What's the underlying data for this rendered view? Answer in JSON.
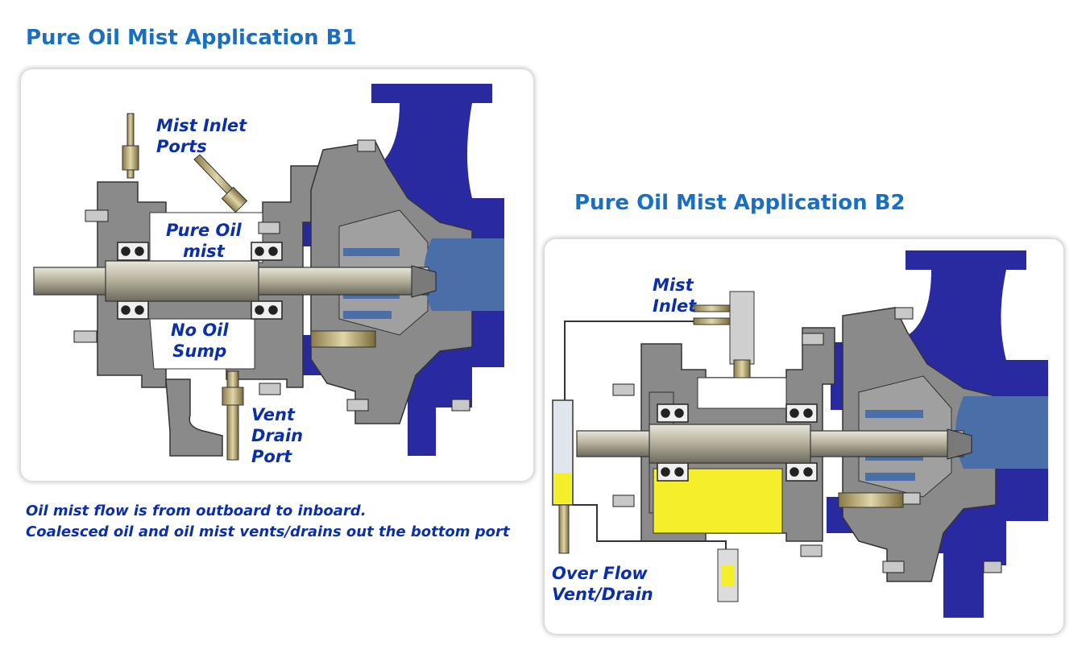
{
  "titles": {
    "b1": "Pure Oil Mist Application B1",
    "b2": "Pure Oil Mist Application B2"
  },
  "b1_labels": {
    "mist_inlet_ports": "Mist Inlet\nPorts",
    "pure_oil_mist": "Pure Oil\nmist",
    "no_oil_sump": "No Oil\nSump",
    "vent_drain_port": "Vent\nDrain\nPort"
  },
  "b2_labels": {
    "mist_inlet": "Mist\nInlet",
    "over_flow": "Over Flow\nVent/Drain"
  },
  "caption": {
    "line1": "Oil mist flow is from outboard to inboard.",
    "line2": "Coalesced oil and oil mist vents/drains out the bottom port"
  },
  "colors": {
    "title": "#1b6fc0",
    "label": "#0b2fa8",
    "housing": "#8a8a8a",
    "volute": "#2a2aa0",
    "impeller_blue": "#4a6fa8",
    "shaft": "#c8c4b4",
    "oil_yellow": "#f5ee2a"
  }
}
